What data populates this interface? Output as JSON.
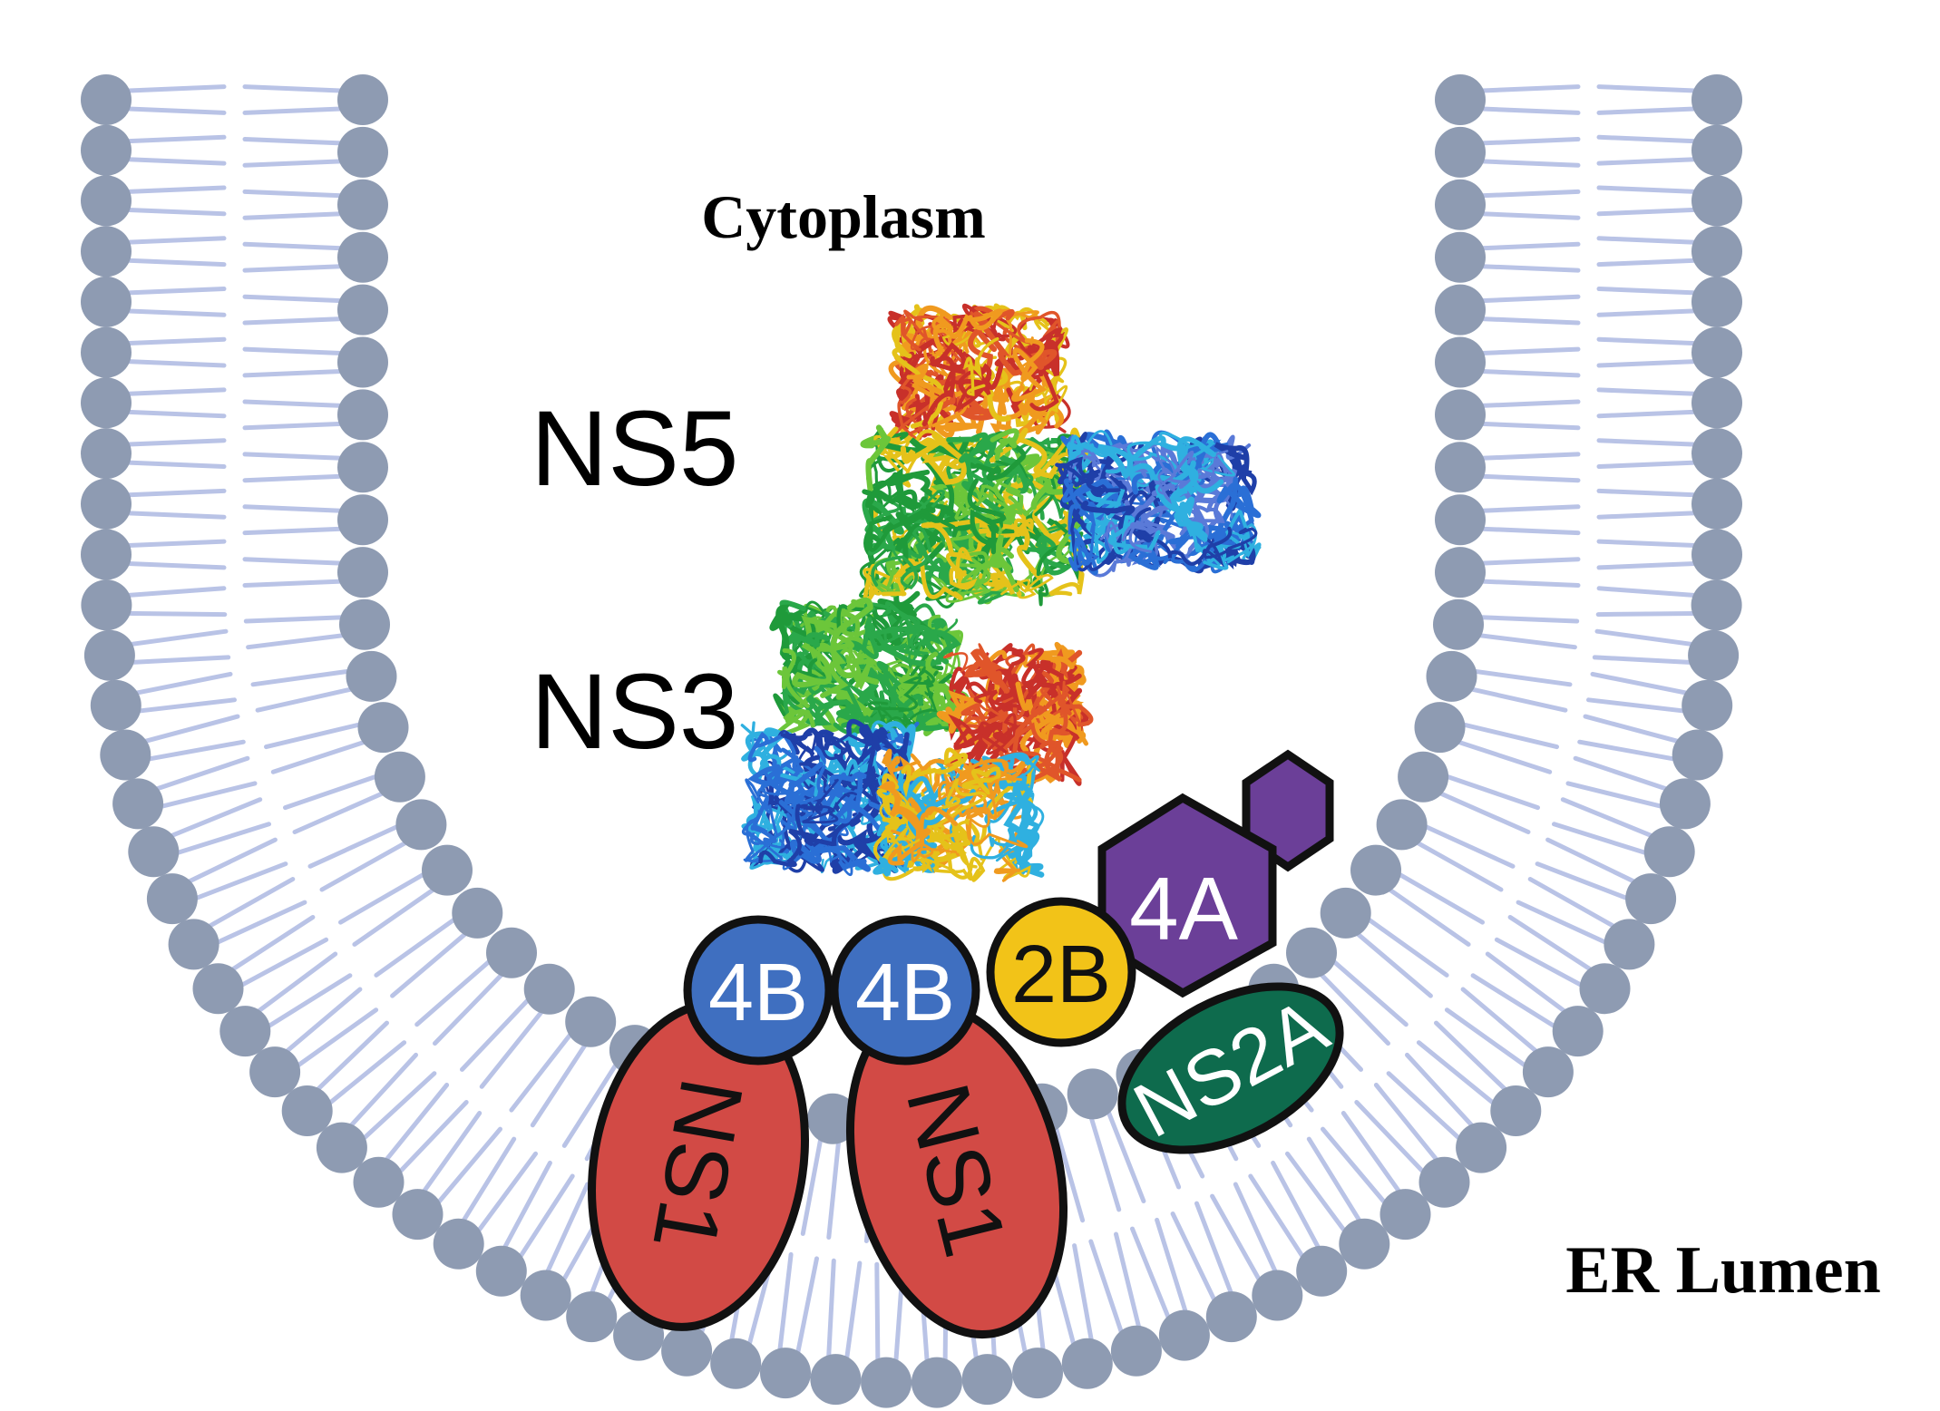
{
  "regions": {
    "cytoplasm": "Cytoplasm",
    "er_lumen": "ER Lumen"
  },
  "proteins": {
    "ns5": "NS5",
    "ns3": "NS3",
    "ns4b_left": "4B",
    "ns4b_right": "4B",
    "ns2b": "2B",
    "ns4a": "4A",
    "ns2a": "NS2A",
    "ns1_left": "NS1",
    "ns1_right": "NS1"
  },
  "colors": {
    "lipid_head": "#8e9bb2",
    "lipid_tail": "#b9c3e6",
    "ns1": "#d24a45",
    "ns4b": "#3f6fc0",
    "ns2b": "#f2c318",
    "ns4a": "#6b3f98",
    "ns2a": "#0e6b4d",
    "outline": "#111111"
  }
}
